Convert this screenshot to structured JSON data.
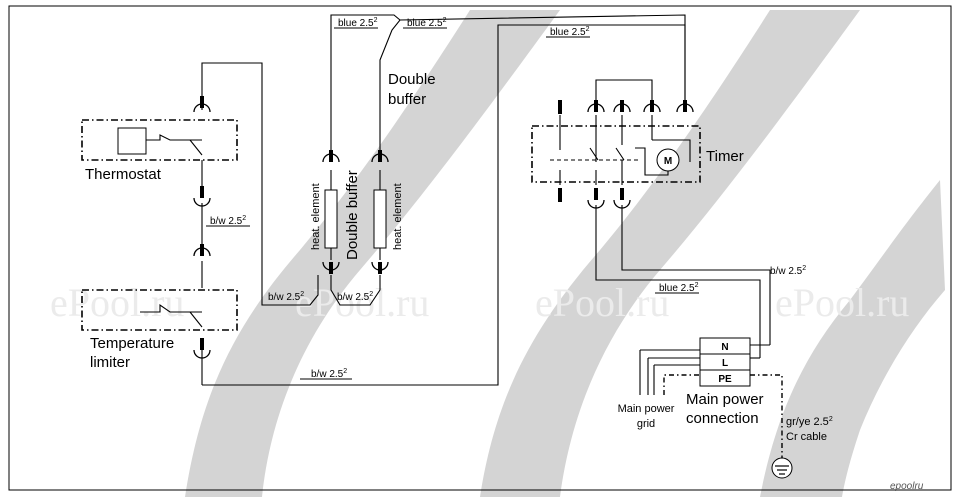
{
  "labels": {
    "thermostat": "Thermostat",
    "temperature_limiter": [
      "Temperature",
      "limiter"
    ],
    "double_buffer_top": [
      "Double",
      "buffer"
    ],
    "double_buffer_vertical": "Double buffer",
    "heat_element": "heat. element",
    "timer": "Timer",
    "motor": "M",
    "main_power_connection": [
      "Main power",
      "connection"
    ],
    "main_power_grid": [
      "Main power",
      "grid"
    ],
    "ground_cable": [
      "gr/ye 2.5",
      "Cr cable"
    ],
    "ground_cable_sup": "2"
  },
  "terminals": {
    "n": "N",
    "l": "L",
    "pe": "PE"
  },
  "wires": {
    "blue_top_1": "blue 2.5",
    "blue_top_2": "blue 2.5",
    "blue_top_3": "blue 2.5",
    "blue_mid": "blue 2.5",
    "bw_thermo": "b/w 2.5",
    "bw_left_buffer": "b/w 2.5",
    "bw_mid_buffer": "b/w 2.5",
    "bw_bottom": "b/w 2.5",
    "bw_timer": "b/w 2.5",
    "sup": "2"
  },
  "watermark": {
    "text": "ePool.ru",
    "corner_logo": "epoolru"
  }
}
